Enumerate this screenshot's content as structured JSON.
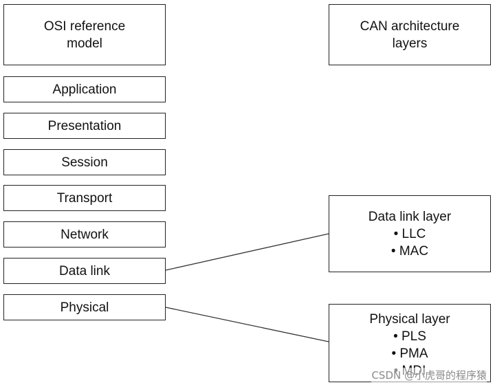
{
  "osi": {
    "title": "OSI reference model",
    "layers": [
      "Application",
      "Presentation",
      "Session",
      "Transport",
      "Network",
      "Data link",
      "Physical"
    ]
  },
  "can": {
    "title": "CAN architecture layers",
    "data_link": {
      "title": "Data link layer",
      "items": [
        "• LLC",
        "• MAC"
      ]
    },
    "physical": {
      "title": "Physical layer",
      "items": [
        "• PLS",
        "• PMA",
        "• MDI"
      ]
    }
  },
  "watermark": "CSDN @小虎哥的程序猿"
}
